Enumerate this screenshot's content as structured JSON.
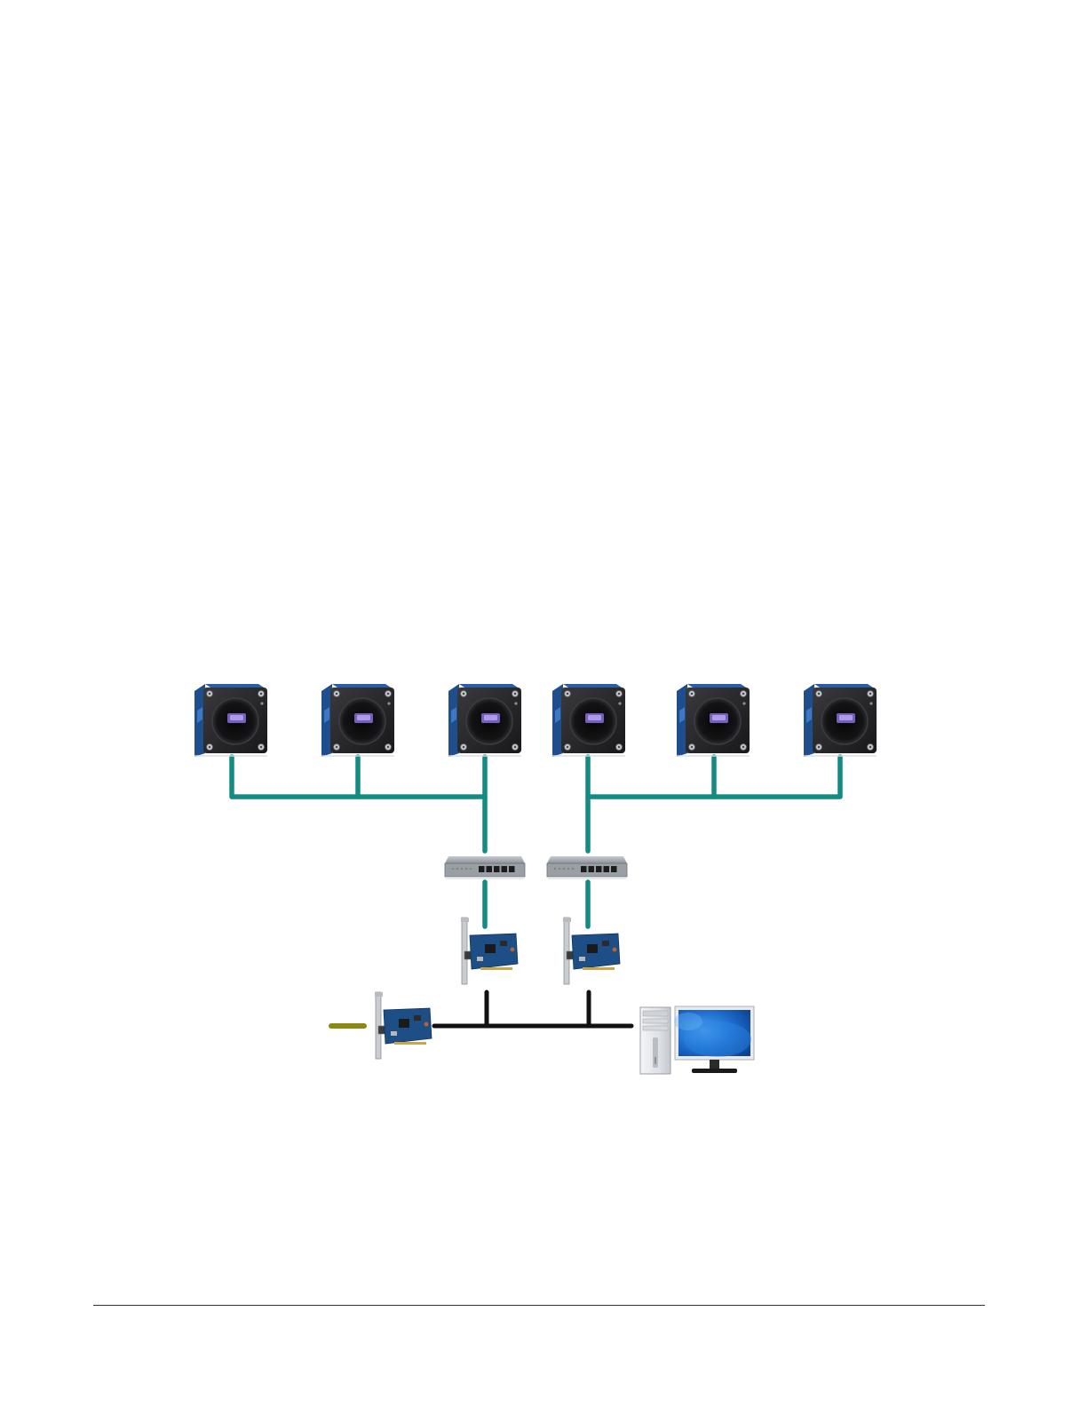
{
  "diagram": {
    "nodes": [
      {
        "id": "camera-1",
        "kind": "camera"
      },
      {
        "id": "camera-2",
        "kind": "camera"
      },
      {
        "id": "camera-3",
        "kind": "camera"
      },
      {
        "id": "camera-4",
        "kind": "camera"
      },
      {
        "id": "camera-5",
        "kind": "camera"
      },
      {
        "id": "camera-6",
        "kind": "camera"
      },
      {
        "id": "switch-1",
        "kind": "ethernet-switch"
      },
      {
        "id": "switch-2",
        "kind": "ethernet-switch"
      },
      {
        "id": "nic-1",
        "kind": "network-card"
      },
      {
        "id": "nic-2",
        "kind": "network-card"
      },
      {
        "id": "nic-3",
        "kind": "network-card"
      },
      {
        "id": "host-pc",
        "kind": "computer"
      }
    ],
    "edges": [
      {
        "from": "camera-1",
        "to": "switch-1",
        "cable": "gige"
      },
      {
        "from": "camera-2",
        "to": "switch-1",
        "cable": "gige"
      },
      {
        "from": "camera-3",
        "to": "switch-1",
        "cable": "gige"
      },
      {
        "from": "camera-4",
        "to": "switch-2",
        "cable": "gige"
      },
      {
        "from": "camera-5",
        "to": "switch-2",
        "cable": "gige"
      },
      {
        "from": "camera-6",
        "to": "switch-2",
        "cable": "gige"
      },
      {
        "from": "switch-1",
        "to": "nic-1",
        "cable": "gige"
      },
      {
        "from": "switch-2",
        "to": "nic-2",
        "cable": "gige"
      },
      {
        "from": "nic-1",
        "to": "host-pc",
        "cable": "bus"
      },
      {
        "from": "nic-2",
        "to": "host-pc",
        "cable": "bus"
      },
      {
        "from": "nic-3",
        "to": "host-pc",
        "cable": "bus"
      }
    ],
    "colors": {
      "gige_cable": "#138a82",
      "bus_line": "#111111",
      "uplink_cable": "#8a8a12",
      "camera_body": "#2a2a2d",
      "camera_side": "#1f4e8c",
      "sensor_glow": "#8a6fd8",
      "switch_body": "#9a9fa6",
      "pcb": "#1d4f86",
      "monitor_screen": "#1f6fd0",
      "tower": "#e6e8eb"
    }
  }
}
